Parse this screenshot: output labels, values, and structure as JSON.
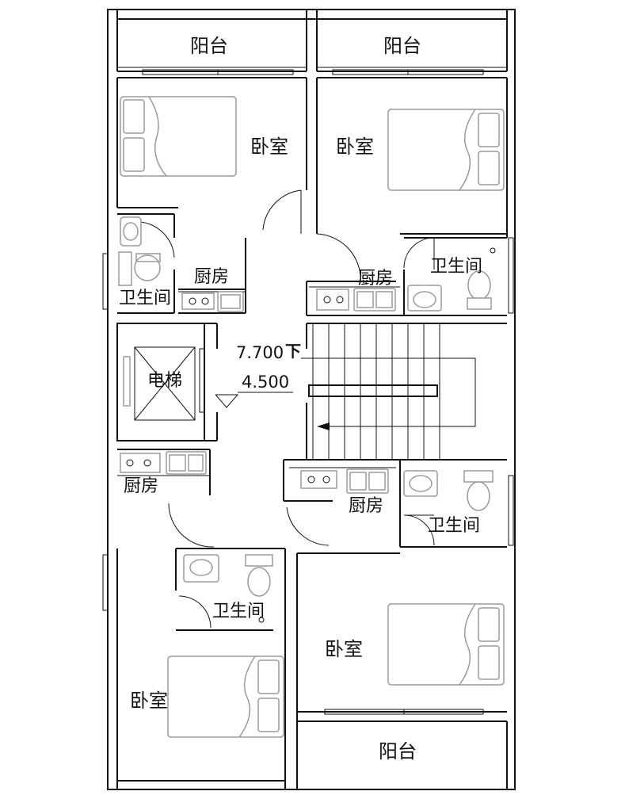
{
  "labels": {
    "balcony_top_left": "阳台",
    "balcony_top_right": "阳台",
    "bedroom_top_left": "卧室",
    "bedroom_top_right": "卧室",
    "kitchen_top_left": "厨房",
    "bathroom_top_left": "卫生间",
    "kitchen_top_right": "厨房",
    "bathroom_top_right": "卫生间",
    "elevator": "电梯",
    "kitchen_mid_left": "厨房",
    "kitchen_mid_right": "厨房",
    "bathroom_mid_right": "卫生间",
    "bathroom_bottom_left": "卫生间",
    "bedroom_bottom_right": "卧室",
    "bedroom_bottom_left": "卧室",
    "balcony_bottom": "阳台"
  },
  "stair": {
    "elevation_upper": "7.700",
    "direction": "下",
    "elevation_lower": "4.500"
  }
}
